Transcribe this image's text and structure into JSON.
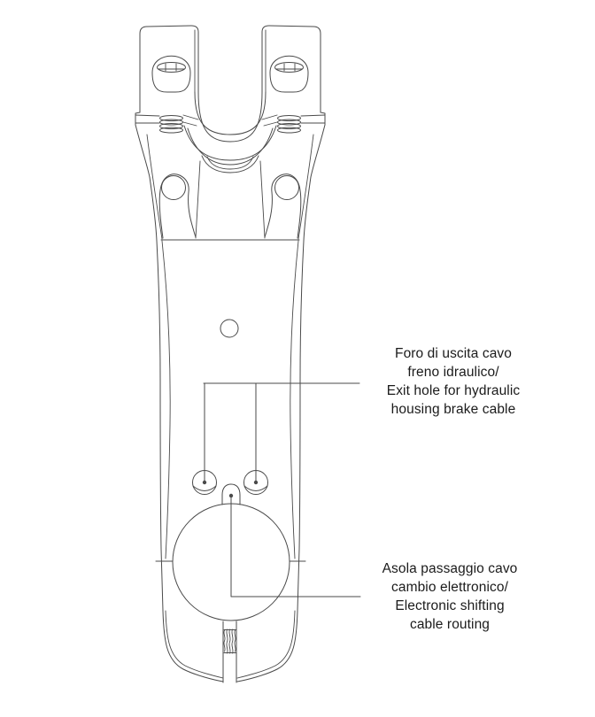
{
  "figure": {
    "background_color": "#ffffff",
    "line_color": "#4a4a4a",
    "text_color": "#1b1b1b"
  },
  "annotations": [
    {
      "id": "brake-cable-exit-hole",
      "lines": [
        "Foro di uscita cavo",
        "freno idraulico/",
        "Exit hole for hydraulic",
        "housing brake cable"
      ]
    },
    {
      "id": "electronic-shifting-cable-routing",
      "lines": [
        "Asola passaggio cavo",
        "cambio elettronico/",
        "Electronic shifting",
        "cable routing"
      ]
    }
  ]
}
